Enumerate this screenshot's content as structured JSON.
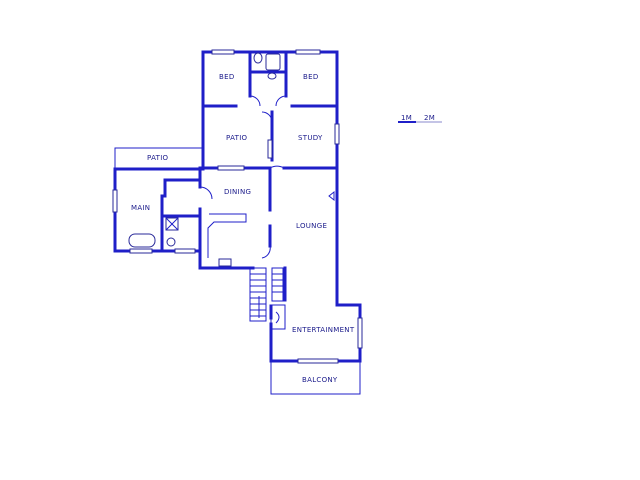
{
  "floorplan": {
    "rooms": {
      "bed_left": "BED",
      "bed_right": "BED",
      "patio_inner": "PATIO",
      "study": "STUDY",
      "patio_outer": "PATIO",
      "main": "MAIN",
      "dining": "DINING",
      "lounge": "LOUNGE",
      "entertainment": "ENTERTAINMENT",
      "balcony": "BALCONY"
    },
    "scale": {
      "label_1": "1M",
      "label_2": "2M"
    },
    "colors": {
      "wall": "#1f1fc8",
      "fixture": "#2a2a9a",
      "background": "#ffffff"
    }
  }
}
